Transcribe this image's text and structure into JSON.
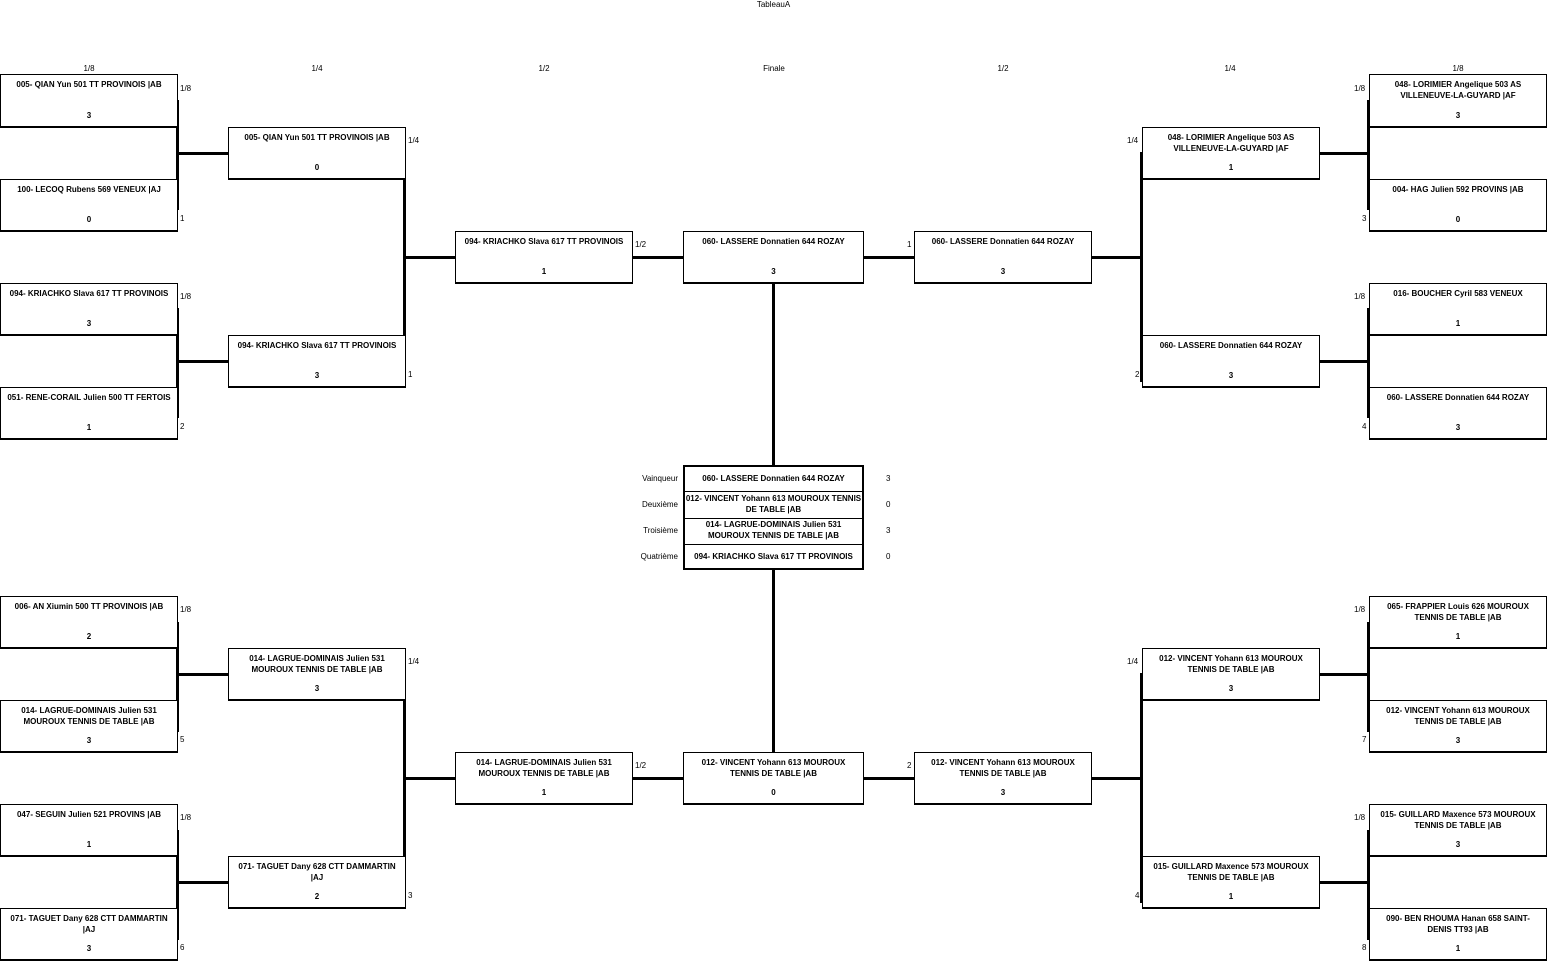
{
  "title": "TableauA",
  "columns": [
    "1/8",
    "1/4",
    "1/2",
    "Finale",
    "1/2",
    "1/4",
    "1/8"
  ],
  "matches": [
    {
      "id": "l8a",
      "name": "005- QIAN Yun 501 TT PROVINOIS |AB",
      "score": "3",
      "tag": "1/8"
    },
    {
      "id": "l8b",
      "name": "100- LECOQ Rubens 569 VENEUX |AJ",
      "score": "0",
      "tag": "1"
    },
    {
      "id": "l8c",
      "name": "094- KRIACHKO Slava 617 TT PROVINOIS",
      "score": "3",
      "tag": "1/8"
    },
    {
      "id": "l8d",
      "name": "051- RENE-CORAIL Julien 500 TT FERTOIS",
      "score": "1",
      "tag": "2"
    },
    {
      "id": "l8e",
      "name": "006- AN Xiumin 500 TT PROVINOIS |AB",
      "score": "2",
      "tag": "1/8"
    },
    {
      "id": "l8f",
      "name": "014- LAGRUE-DOMINAIS Julien 531 MOUROUX TENNIS DE TABLE |AB",
      "score": "3",
      "tag": "5"
    },
    {
      "id": "l8g",
      "name": "047- SEGUIN Julien 521 PROVINS |AB",
      "score": "1",
      "tag": "1/8"
    },
    {
      "id": "l8h",
      "name": "071- TAGUET Dany 628 CTT DAMMARTIN |AJ",
      "score": "3",
      "tag": "6"
    },
    {
      "id": "l4a",
      "name": "005- QIAN Yun 501 TT PROVINOIS |AB",
      "score": "0",
      "tag": "1/4"
    },
    {
      "id": "l4b",
      "name": "094- KRIACHKO Slava 617 TT PROVINOIS",
      "score": "3",
      "tag": "1"
    },
    {
      "id": "l4c",
      "name": "014- LAGRUE-DOMINAIS Julien 531 MOUROUX TENNIS DE TABLE |AB",
      "score": "3",
      "tag": "1/4"
    },
    {
      "id": "l4d",
      "name": "071- TAGUET Dany 628 CTT DAMMARTIN |AJ",
      "score": "2",
      "tag": "3"
    },
    {
      "id": "l2a",
      "name": "094- KRIACHKO Slava 617 TT PROVINOIS",
      "score": "1",
      "tag": "1/2"
    },
    {
      "id": "l2b",
      "name": "014- LAGRUE-DOMINAIS Julien 531 MOUROUX TENNIS DE TABLE |AB",
      "score": "1",
      "tag": "1/2"
    },
    {
      "id": "fa",
      "name": "060- LASSERE Donnatien 644 ROZAY",
      "score": "3",
      "tag": "1"
    },
    {
      "id": "fb",
      "name": "012- VINCENT Yohann 613 MOUROUX TENNIS DE TABLE |AB",
      "score": "0",
      "tag": "2"
    },
    {
      "id": "r2a",
      "name": "060- LASSERE Donnatien 644 ROZAY",
      "score": "3",
      "tag": ""
    },
    {
      "id": "r2b",
      "name": "012- VINCENT Yohann 613 MOUROUX TENNIS DE TABLE |AB",
      "score": "3",
      "tag": ""
    },
    {
      "id": "r4a",
      "name": "048- LORIMIER Angelique 503 AS VILLENEUVE-LA-GUYARD |AF",
      "score": "1",
      "tag": "1/4"
    },
    {
      "id": "r4b",
      "name": "060- LASSERE Donnatien 644 ROZAY",
      "score": "3",
      "tag": "2"
    },
    {
      "id": "r4c",
      "name": "012- VINCENT Yohann 613 MOUROUX TENNIS DE TABLE |AB",
      "score": "3",
      "tag": "1/4"
    },
    {
      "id": "r4d",
      "name": "015- GUILLARD Maxence 573 MOUROUX TENNIS DE TABLE |AB",
      "score": "1",
      "tag": "4"
    },
    {
      "id": "r8a",
      "name": "048- LORIMIER Angelique 503 AS VILLENEUVE-LA-GUYARD |AF",
      "score": "3",
      "tag": "1/8"
    },
    {
      "id": "r8b",
      "name": "004- HAG Julien 592 PROVINS |AB",
      "score": "0",
      "tag": "3"
    },
    {
      "id": "r8c",
      "name": "016- BOUCHER Cyril 583 VENEUX",
      "score": "1",
      "tag": "1/8"
    },
    {
      "id": "r8d",
      "name": "060- LASSERE Donnatien 644 ROZAY",
      "score": "3",
      "tag": "4"
    },
    {
      "id": "r8e",
      "name": "065- FRAPPIER Louis 626 MOUROUX TENNIS DE TABLE |AB",
      "score": "1",
      "tag": "1/8"
    },
    {
      "id": "r8f",
      "name": "012- VINCENT Yohann 613 MOUROUX TENNIS DE TABLE |AB",
      "score": "3",
      "tag": "7"
    },
    {
      "id": "r8g",
      "name": "015- GUILLARD Maxence 573 MOUROUX TENNIS DE TABLE |AB",
      "score": "3",
      "tag": "1/8"
    },
    {
      "id": "r8h",
      "name": "090- BEN RHOUMA Hanan 658 SAINT-DENIS TT93 |AB",
      "score": "1",
      "tag": "8"
    }
  ],
  "results": [
    {
      "label": "Vainqueur",
      "name": "060- LASSERE Donnatien 644 ROZAY",
      "score": "3"
    },
    {
      "label": "Deuxième",
      "name": "012- VINCENT Yohann 613 MOUROUX TENNIS DE TABLE |AB",
      "score": "0"
    },
    {
      "label": "Troisième",
      "name": "014- LAGRUE-DOMINAIS Julien 531 MOUROUX TENNIS DE TABLE |AB",
      "score": "3"
    },
    {
      "label": "Quatrième",
      "name": "094- KRIACHKO Slava 617 TT PROVINOIS",
      "score": "0"
    }
  ]
}
